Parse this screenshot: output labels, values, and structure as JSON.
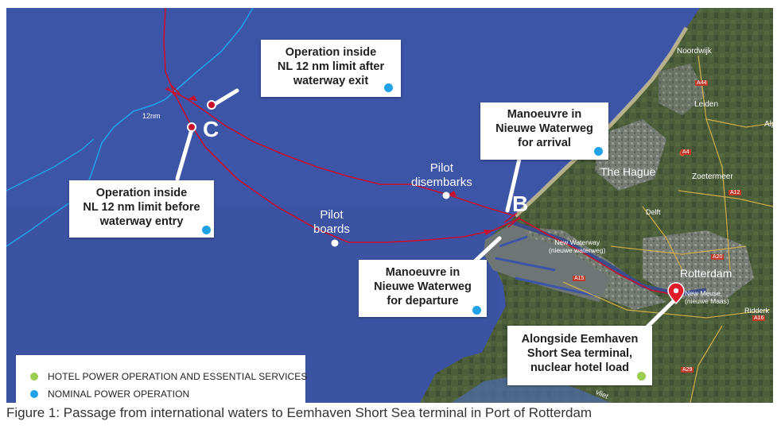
{
  "figure": {
    "caption": "Figure 1: Passage from international waters to Eemhaven Short Sea terminal in Port of Rotterdam"
  },
  "colors": {
    "sea": "#3d55a6",
    "land": "#4a5a3a",
    "route": "#c8102e",
    "boundary": "#1fa1e6",
    "green_status": "#9ccc50",
    "blue_status": "#1fa1e6"
  },
  "callouts": {
    "exit": {
      "text": "Operation inside\nNL 12 nm limit after\nwaterway exit",
      "status": "blue"
    },
    "entry": {
      "text": "Operation inside\nNL 12 nm limit before\nwaterway entry",
      "status": "blue"
    },
    "arrival": {
      "text": "Manoeuvre in\nNieuwe Waterweg\nfor arrival",
      "status": "blue"
    },
    "departure": {
      "text": "Manoeuvre in\nNieuwe Waterweg\nfor departure",
      "status": "blue"
    },
    "terminal": {
      "text": "Alongside Eemhaven\nShort Sea terminal,\nnuclear hotel load",
      "status": "green"
    }
  },
  "legend": {
    "items": [
      {
        "label": "HOTEL POWER OPERATION AND ESSENTIAL SERVICES",
        "color": "#9ccc50"
      },
      {
        "label": "NOMINAL POWER OPERATION",
        "color": "#1fa1e6"
      }
    ]
  },
  "map_labels": {
    "point_b": "B",
    "point_c": "C",
    "limit": "12nm",
    "pilot_boards": "Pilot\nboards",
    "pilot_disembarks": "Pilot\ndisembarks",
    "the_hague": "The Hague",
    "rotterdam": "Rotterdam",
    "leiden": "Leiden",
    "noordwijk": "Noordwijk",
    "zoetermeer": "Zoetermeer",
    "delft": "Delft",
    "new_waterway": "New Waterway\n(nieuwe waterweg)",
    "new_meuse": "New Meuse\n(nieuwe Maas)",
    "ridderkerk": "Ridderk",
    "alp": "Alp",
    "a44": "A44",
    "a4": "A4",
    "a12": "A12",
    "a20": "A20",
    "a15": "A15",
    "a16": "A16",
    "a29": "A29",
    "vliet": "vliet"
  }
}
